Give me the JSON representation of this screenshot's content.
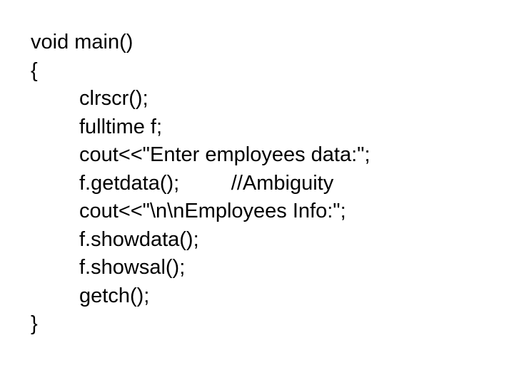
{
  "slide": {
    "background_color": "#ffffff",
    "text_color": "#000000",
    "content_type": "cpp-code-snippet",
    "code_lines": [
      {
        "indent": 0,
        "text": "void main()"
      },
      {
        "indent": 0,
        "text": "{"
      },
      {
        "indent": 1,
        "text": "clrscr();"
      },
      {
        "indent": 1,
        "text": "fulltime f;"
      },
      {
        "indent": 1,
        "text": "cout<<\"Enter employees data:\";"
      },
      {
        "indent": 1,
        "text": "f.getdata();         //Ambiguity"
      },
      {
        "indent": 1,
        "text": "cout<<\"\\n\\nEmployees Info:\";"
      },
      {
        "indent": 1,
        "text": "f.showdata();"
      },
      {
        "indent": 1,
        "text": "f.showsal();"
      },
      {
        "indent": 1,
        "text": "getch();"
      },
      {
        "indent": 0,
        "text": "}"
      }
    ]
  }
}
